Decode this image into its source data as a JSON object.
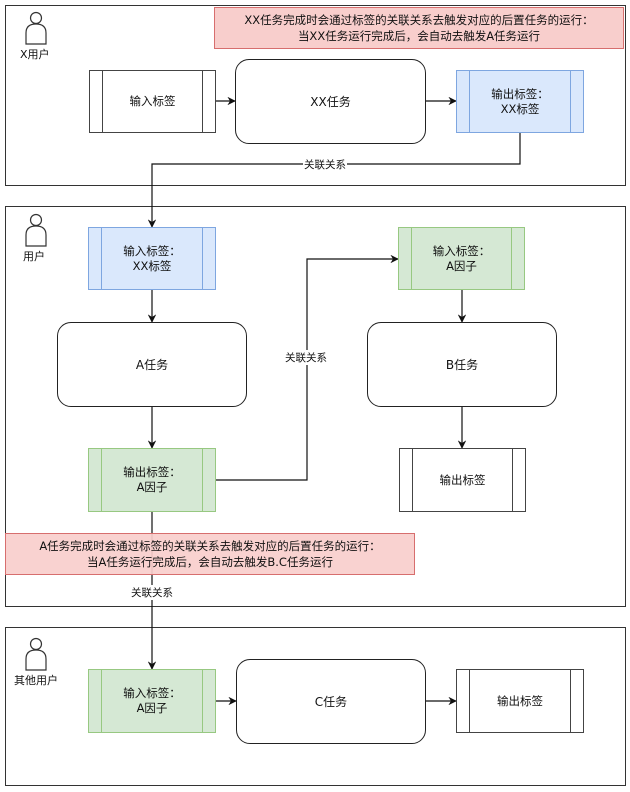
{
  "pools": [
    {
      "actor": "X用户",
      "note": [
        "XX任务完成时会通过标签的关联关系去触发对应的后置任务的运行：",
        "当XX任务运行完成后，会自动去触发A任务运行"
      ],
      "input_tag": "输入标签",
      "task": "XX任务",
      "output_tag": "输出标签：\nXX标签"
    },
    {
      "actor": "用户",
      "input_tag": "输入标签：\nXX标签",
      "task_a": "A任务",
      "output_tag": "输出标签：\nA因子",
      "b_input_tag": "输入标签：\nA因子",
      "task_b": "B任务",
      "b_output_tag": "输出标签",
      "note": [
        "A任务完成时会通过标签的关联关系去触发对应的后置任务的运行：",
        "当A任务运行完成后，会自动去触发B.C任务运行"
      ]
    },
    {
      "actor": "其他用户",
      "input_tag": "输入标签：\nA因子",
      "task": "C任务",
      "output_tag": "输出标签"
    }
  ],
  "edge_labels": {
    "xx_to_a": "关联关系",
    "a_to_b": "关联关系",
    "a_to_c": "关联关系"
  },
  "colors": {
    "tag_blue": "#dae8fc",
    "tag_green": "#d5e8d4",
    "note_red": "#f8cecc"
  }
}
